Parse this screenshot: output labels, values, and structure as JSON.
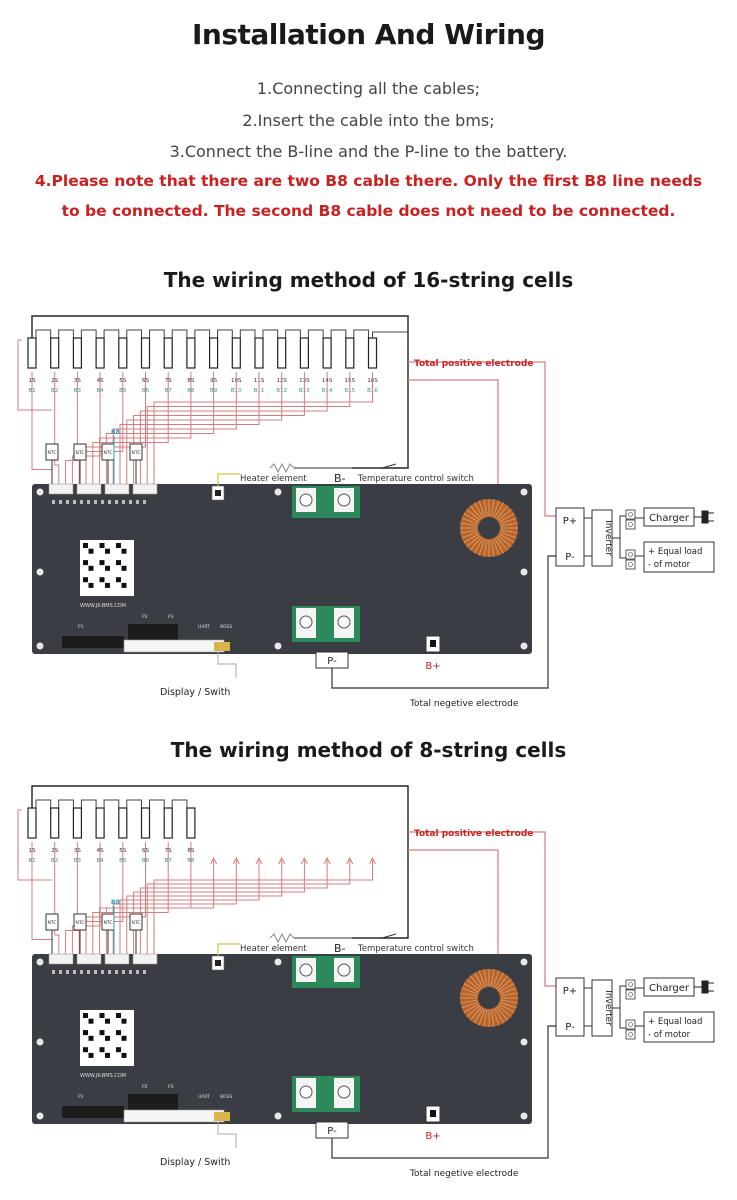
{
  "header": {
    "title": "Installation And Wiring",
    "steps": [
      "1.Connecting all the cables;",
      "2.Insert the cable into the bms;",
      "3.Connect the B-line and the P-line to the battery."
    ],
    "notes": [
      "4.Please note that there are two B8 cable  there. Only the first B8 line needs",
      "to be connected. The second B8 cable  does not need to be connected."
    ]
  },
  "colors": {
    "accent_red": "#cc1f1f",
    "board": "#3a3d43",
    "copper": "#b8652c",
    "wire_red": "#d67c7c"
  },
  "labels": {
    "total_positive": "Total positive electrode",
    "total_negative": "Total negetive electrode",
    "heater": "Heater element",
    "temp_switch": "Temperature control switch",
    "b_minus": "B-",
    "b_plus": "B+",
    "p_minus": "P-",
    "p_plus": "P+",
    "inverter": "Inverter",
    "charger": "Charger",
    "load_line1": "+ Equal load",
    "load_line2": "- of motor",
    "display": "Display / Swith",
    "b8_mark": "B8",
    "ntc": "NTC",
    "website": "WWW.JK-BMS.COM",
    "board_labels": [
      "P1",
      "P2",
      "P3",
      "UART",
      "BOSS"
    ]
  },
  "diagram16": {
    "title": "The wiring method of 16-string cells",
    "cells": [
      "1S",
      "2S",
      "3S",
      "4S",
      "5S",
      "6S",
      "7S",
      "8S",
      "9S",
      "10S",
      "11S",
      "12S",
      "13S",
      "14S",
      "15S",
      "16S"
    ],
    "balance": [
      "B1",
      "B2",
      "B3",
      "B4",
      "B5",
      "B6",
      "B7",
      "B8",
      "B9",
      "B10",
      "B11",
      "B12",
      "B13",
      "B14",
      "B15",
      "B16"
    ]
  },
  "diagram8": {
    "title": "The wiring method of 8-string cells",
    "cells": [
      "1S",
      "2S",
      "3S",
      "4S",
      "5S",
      "6S",
      "7S",
      "8S"
    ],
    "balance": [
      "B1",
      "B2",
      "B3",
      "B4",
      "B5",
      "B6",
      "B7",
      "B8"
    ]
  }
}
